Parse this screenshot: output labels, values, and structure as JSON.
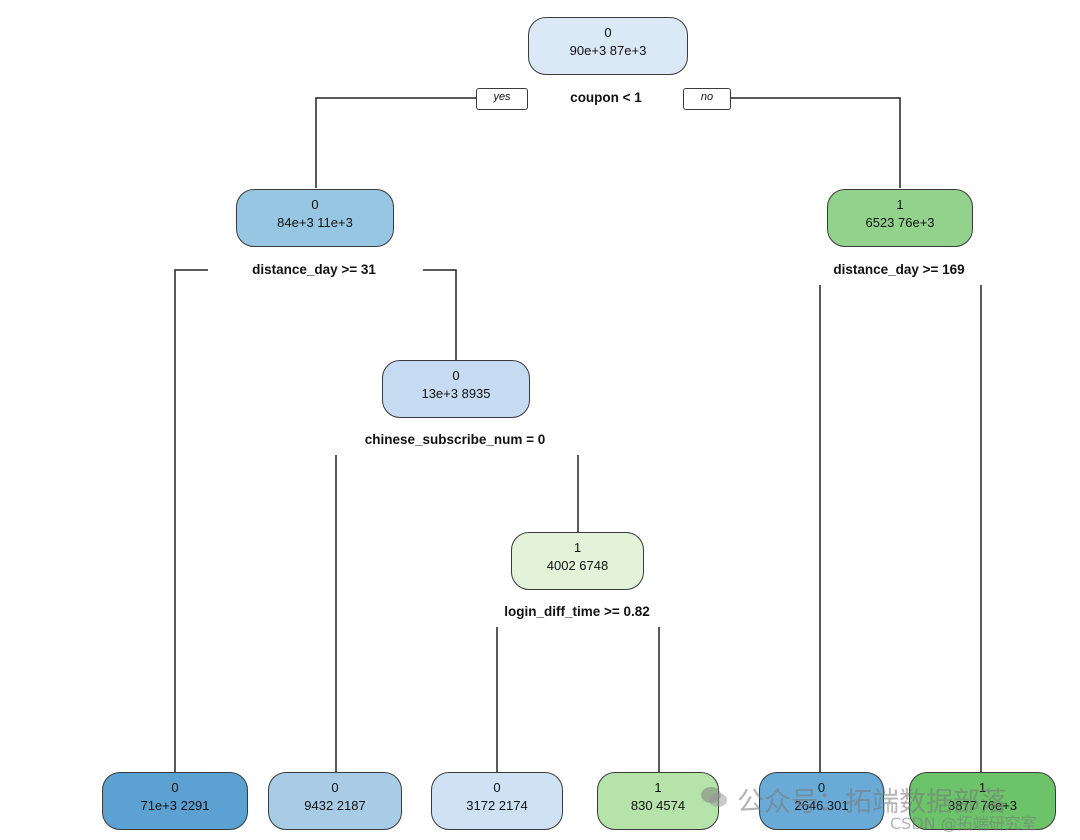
{
  "tree": {
    "root": {
      "class": "0",
      "counts": "90e+3  87e+3",
      "color": "#dbe8f6",
      "split": "coupon < 1"
    },
    "n2": {
      "class": "0",
      "counts": "84e+3  11e+3",
      "color": "#97c6e3",
      "split": "distance_day >= 31"
    },
    "n3": {
      "class": "1",
      "counts": "6523  76e+3",
      "color": "#92d28c",
      "split": "distance_day >= 169"
    },
    "n5": {
      "class": "0",
      "counts": "13e+3  8935",
      "color": "#c6dbf1",
      "split": "chinese_subscribe_num = 0"
    },
    "n11": {
      "class": "1",
      "counts": "4002  6748",
      "color": "#e3f3da",
      "split": "login_diff_time >= 0.82"
    },
    "leaf1": {
      "class": "0",
      "counts": "71e+3  2291",
      "color": "#5ba2d2"
    },
    "leaf2": {
      "class": "0",
      "counts": "9432  2187",
      "color": "#a8cce6"
    },
    "leaf3": {
      "class": "0",
      "counts": "3172  2174",
      "color": "#cfe2f3"
    },
    "leaf4": {
      "class": "1",
      "counts": "830  4574",
      "color": "#b5e3a9"
    },
    "leaf5": {
      "class": "0",
      "counts": "2646  301",
      "color": "#6aaad6"
    },
    "leaf6": {
      "class": "1",
      "counts": "3877  76e+3",
      "color": "#6cc36a"
    }
  },
  "edge_labels": {
    "yes": "yes",
    "no": "no"
  },
  "watermark": {
    "line1": "公众号：拓端数据部落",
    "line2": "CSDN @拓端研究室",
    "icon": "wechat-icon"
  }
}
